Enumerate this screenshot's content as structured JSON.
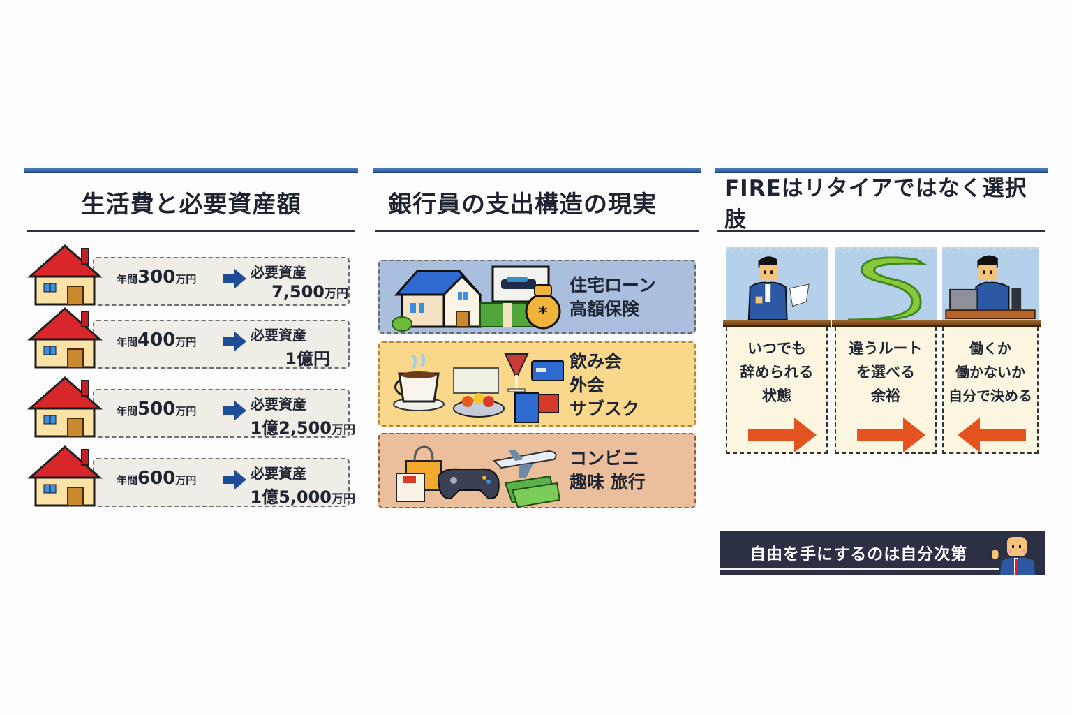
{
  "colors": {
    "accent_blue": "#3a6db5",
    "title_text": "#1d2331",
    "row_box_bg": "#efede6",
    "card_housing_bg": "#a9bfdd",
    "card_food_bg": "#f9d88c",
    "card_leisure_bg": "#ebbf9c",
    "choice_img_bg": "#b5d0ea",
    "choice_card_bg": "#fcf6e0",
    "arrow_orange": "#e4531f",
    "banner_bg": "#2b3045",
    "arrow_blue": "#1e4c96"
  },
  "panels": [
    {
      "title": "生活費と必要資産額",
      "rows": [
        {
          "prefix": "年間",
          "amount": "300",
          "unit": "万円",
          "need_label": "必要資産",
          "need_value": "7,500",
          "need_unit": "万円",
          "icon": "house-icon"
        },
        {
          "prefix": "年間",
          "amount": "400",
          "unit": "万円",
          "need_label": "必要資産",
          "need_value": "1億円",
          "need_unit": "",
          "icon": "house-icon"
        },
        {
          "prefix": "年間",
          "amount": "500",
          "unit": "万円",
          "need_label": "必要資産",
          "need_value": "1億2,500",
          "need_unit": "万円",
          "icon": "house-icon"
        },
        {
          "prefix": "年間",
          "amount": "600",
          "unit": "万円",
          "need_label": "必要資産",
          "need_value": "1億5,000",
          "need_unit": "万円",
          "icon": "house-icon"
        }
      ]
    },
    {
      "title": "銀行員の支出構造の現実",
      "cards": [
        {
          "lines": [
            "住宅ローン",
            "高額保険"
          ],
          "icons": [
            "house-icon",
            "car-loan-document-icon",
            "cash-stack-icon",
            "money-bag-icon"
          ]
        },
        {
          "lines": [
            "飲み会",
            "外会",
            "サブスク"
          ],
          "icons": [
            "coffee-cup-icon",
            "dining-plate-icon",
            "wine-glass-icon",
            "credit-card-icon",
            "subscription-box-icon"
          ]
        },
        {
          "lines": [
            "コンビニ",
            "趣味 旅行"
          ],
          "icons": [
            "shopping-bag-icon",
            "game-controller-icon",
            "airplane-icon",
            "cash-icon"
          ]
        }
      ]
    },
    {
      "title": "FIREはリタイアではなく選択肢",
      "choices": [
        {
          "lines": [
            "いつでも",
            "辞められる",
            "状態"
          ],
          "arrow": "right",
          "image": "businessman-with-paper-icon"
        },
        {
          "lines": [
            "違うルート",
            "を選べる",
            "余裕"
          ],
          "arrow": "right",
          "image": "winding-road-icon"
        },
        {
          "lines": [
            "働くか",
            "働かないか",
            "自分で決める"
          ],
          "arrow": "left",
          "image": "businessman-at-laptop-icon"
        }
      ],
      "banner": {
        "text": "自由を手にするのは自分次第",
        "icon": "waving-person-icon"
      }
    }
  ]
}
